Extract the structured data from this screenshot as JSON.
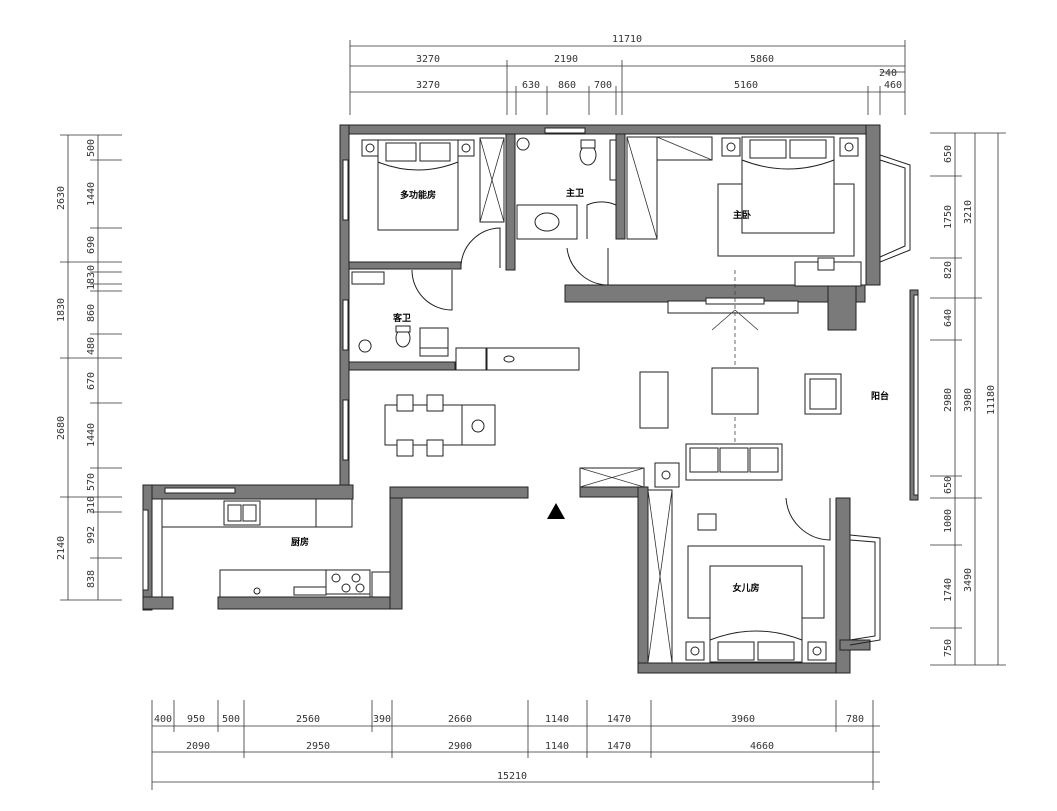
{
  "dimensions": {
    "top": {
      "total": "11710",
      "row1": [
        "3270",
        "2190",
        "5860"
      ],
      "row2": [
        "3270",
        "630",
        "860",
        "700",
        "5160",
        "240",
        "460"
      ]
    },
    "bottom": {
      "row1": [
        "400",
        "950",
        "500",
        "2560",
        "390",
        "2660",
        "1140",
        "1470",
        "3960",
        "780"
      ],
      "row2": [
        "2090",
        "2950",
        "2900",
        "1140",
        "1470",
        "4660"
      ],
      "total": "15210"
    },
    "left": {
      "outer": [
        "2630",
        "1830",
        "2680",
        "2140"
      ],
      "inner": [
        "500",
        "1440",
        "690",
        "0",
        "183",
        "860",
        "480",
        "670",
        "1440",
        "570",
        "310",
        "992",
        "838"
      ]
    },
    "right": {
      "inner": [
        "650",
        "1750",
        "820",
        "640",
        "2980",
        "650",
        "1000",
        "1740",
        "750"
      ],
      "middle": [
        "3210",
        "3980",
        "3490"
      ],
      "total": "11180"
    }
  },
  "rooms": {
    "multi": "多功能房",
    "master_bath": "主卫",
    "master_bed": "主卧",
    "guest_bath": "客卫",
    "balcony": "阳台",
    "kitchen": "厨房",
    "daughter": "女儿房"
  },
  "entrance_icon": "entrance-triangle-icon"
}
